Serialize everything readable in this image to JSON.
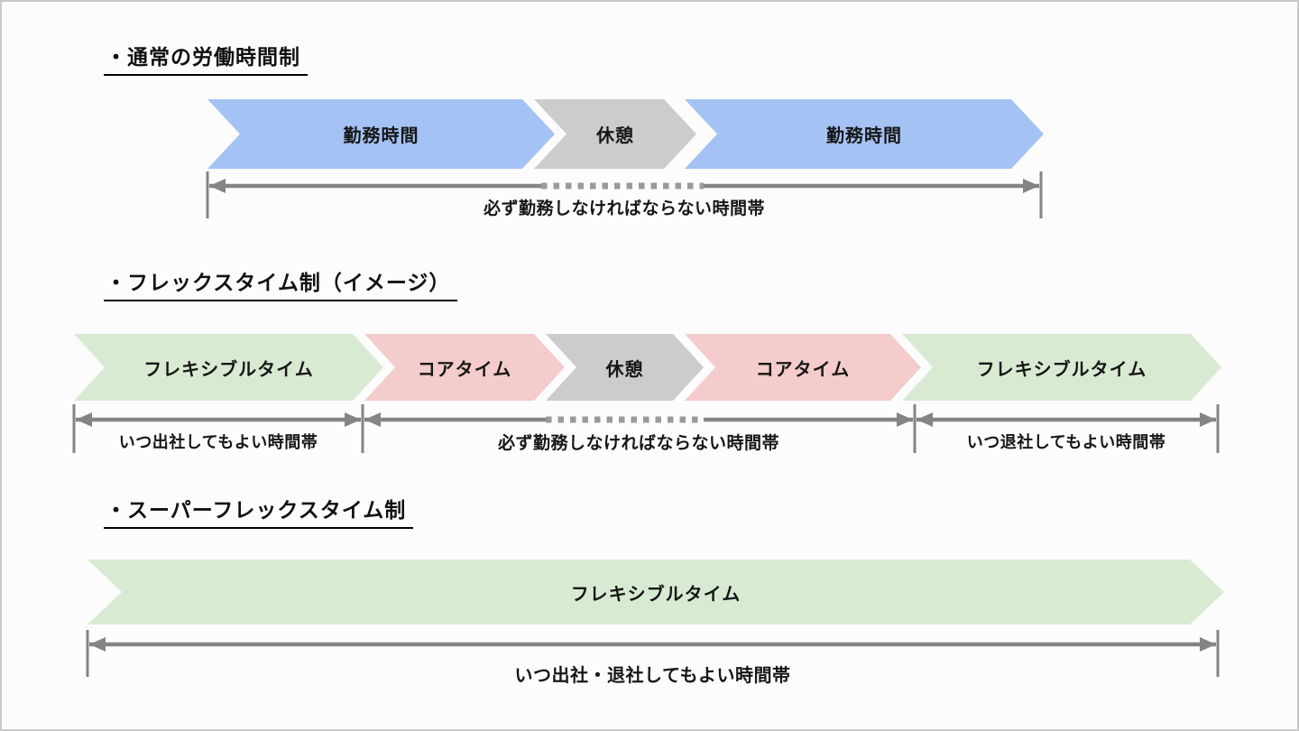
{
  "page": {
    "background": "#FCFCFC",
    "border_color": "#C9C9C9"
  },
  "colors": {
    "work_blue": "#A4C2F4",
    "break_gray": "#CCCCCC",
    "core_pink": "#F4CCCC",
    "flexible_green": "#D9EAD3",
    "line_gray": "#848484",
    "dot_gray": "#9A9A9A",
    "text": "#111111"
  },
  "sections": [
    {
      "title": "・通常の労働時間制",
      "chevrons": [
        {
          "label": "勤務時間",
          "type": "work"
        },
        {
          "label": "休憩",
          "type": "break"
        },
        {
          "label": "勤務時間",
          "type": "work"
        }
      ],
      "ranges": [
        {
          "label": "必ず勤務しなければならない時間帯"
        }
      ]
    },
    {
      "title": "・フレックスタイム制（イメージ）",
      "chevrons": [
        {
          "label": "フレキシブルタイム",
          "type": "flexible"
        },
        {
          "label": "コアタイム",
          "type": "core"
        },
        {
          "label": "休憩",
          "type": "break"
        },
        {
          "label": "コアタイム",
          "type": "core"
        },
        {
          "label": "フレキシブルタイム",
          "type": "flexible"
        }
      ],
      "ranges": [
        {
          "label": "いつ出社してもよい時間帯"
        },
        {
          "label": "必ず勤務しなければならない時間帯"
        },
        {
          "label": "いつ退社してもよい時間帯"
        }
      ]
    },
    {
      "title": "・スーパーフレックスタイム制",
      "chevrons": [
        {
          "label": "フレキシブルタイム",
          "type": "flexible"
        }
      ],
      "ranges": [
        {
          "label": "いつ出社・退社してもよい時間帯"
        }
      ]
    }
  ]
}
